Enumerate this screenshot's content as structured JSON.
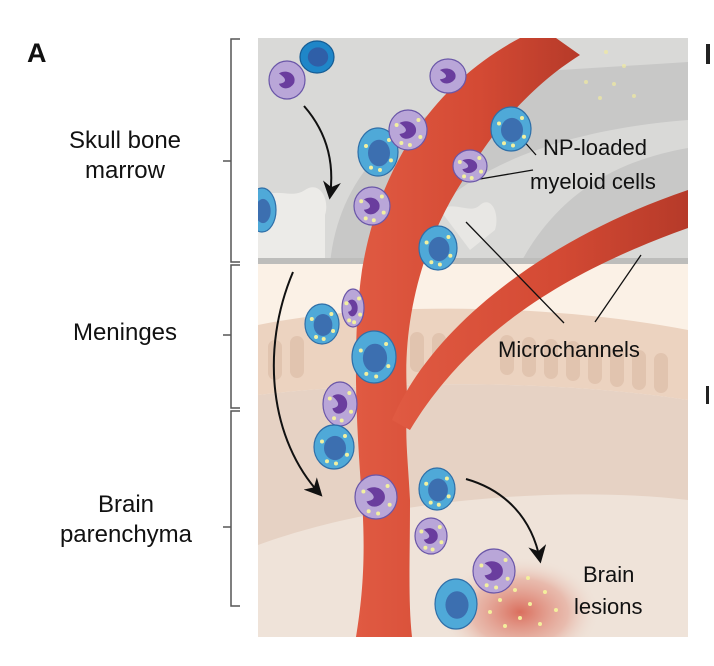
{
  "figure": {
    "panel_letter": "A",
    "regions": [
      {
        "id": "skull",
        "lines": [
          "Skull bone",
          "marrow"
        ]
      },
      {
        "id": "meninges",
        "lines": [
          "Meninges"
        ]
      },
      {
        "id": "brain",
        "lines": [
          "Brain",
          "parenchyma"
        ]
      }
    ],
    "annotations": {
      "np_cells": [
        "NP-loaded",
        "myeloid cells"
      ],
      "microchannels": "Microchannels",
      "lesions": [
        "Brain",
        "lesions"
      ]
    },
    "colors": {
      "bone": "#d8d8d6",
      "bone_channel": "#c4c4c3",
      "meninges": "#fbf1e6",
      "dura": "#ecd5c2",
      "parenchyma": "#e6d3c6",
      "parenchyma_inner": "#efe2d8",
      "vessel": "#d9503a",
      "vessel_dark": "#b83b2a",
      "monocyte": "#4fa9d8",
      "monocyte_nucleus": "#3c6fb0",
      "neutrophil": "#b9a6d8",
      "neutrophil_nucleus": "#6a3d9e",
      "nanoparticle": "#f2f0a0",
      "lesion": "#d86a5a"
    }
  }
}
